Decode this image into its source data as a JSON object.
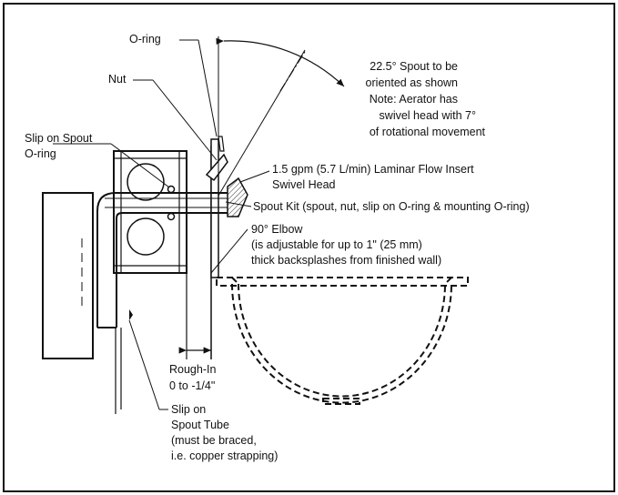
{
  "labels": {
    "oring": "O-ring",
    "nut": "Nut",
    "slip_spout_oring": [
      "Slip on Spout",
      "O-ring"
    ],
    "angle_note": [
      "22.5° Spout to be",
      "oriented as shown",
      "Note: Aerator has",
      "swivel head with 7°",
      "of rotational movement"
    ],
    "flow_insert": [
      "1.5 gpm (5.7 L/min) Laminar Flow Insert",
      "Swivel Head"
    ],
    "spout_kit": "Spout Kit (spout, nut, slip on O-ring & mounting O-ring)",
    "elbow": [
      "90° Elbow",
      "(is adjustable for up to 1\" (25 mm)",
      "thick backsplashes from finished wall)"
    ],
    "rough_in": [
      "Rough-In",
      "0 to -1/4\""
    ],
    "spout_tube": [
      "Slip on",
      "Spout Tube",
      "(must be braced,",
      "i.e. copper strapping)"
    ]
  }
}
